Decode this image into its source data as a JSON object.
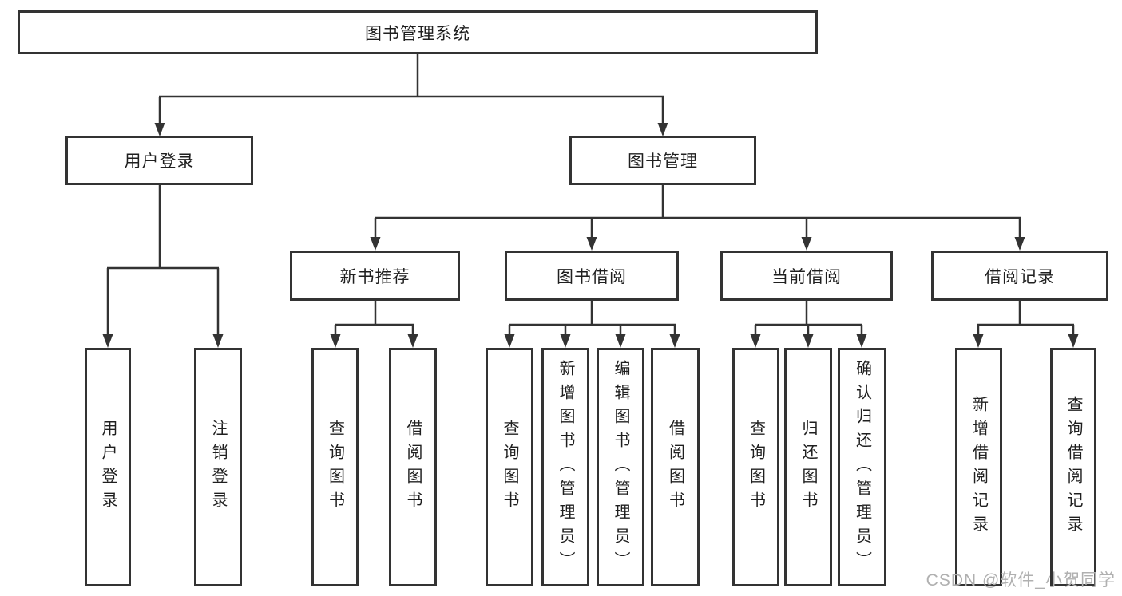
{
  "colors": {
    "line": "#333333",
    "text": "#1f1f1f",
    "watermark": "#b0b0b0",
    "bg": "#ffffff"
  },
  "watermark": {
    "text": "CSDN @软件_小贺同学"
  },
  "tree": {
    "root": {
      "label": "图书管理系统"
    },
    "branches": [
      {
        "label": "用户登录",
        "children": [
          {
            "label": "用户登录"
          },
          {
            "label": "注销登录"
          }
        ]
      },
      {
        "label": "图书管理",
        "children": [
          {
            "label": "新书推荐",
            "children": [
              {
                "label": "查询图书"
              },
              {
                "label": "借阅图书"
              }
            ]
          },
          {
            "label": "图书借阅",
            "children": [
              {
                "label": "查询图书"
              },
              {
                "label": "新增图书（管理员）"
              },
              {
                "label": "编辑图书（管理员）"
              },
              {
                "label": "借阅图书"
              }
            ]
          },
          {
            "label": "当前借阅",
            "children": [
              {
                "label": "查询图书"
              },
              {
                "label": "归还图书"
              },
              {
                "label": "确认归还（管理员）"
              }
            ]
          },
          {
            "label": "借阅记录",
            "children": [
              {
                "label": "新增借阅记录"
              },
              {
                "label": "查询借阅记录"
              }
            ]
          }
        ]
      }
    ]
  }
}
